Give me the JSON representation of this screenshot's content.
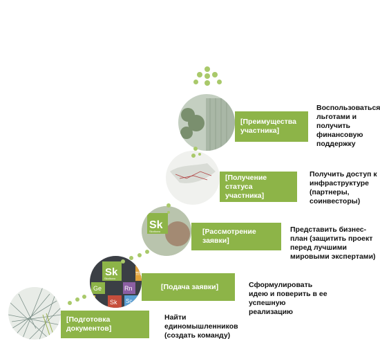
{
  "steps": [
    {
      "label": "[Подготовка\nдокументов]",
      "description": "Найти\nединомышленников\n(создать команду)"
    },
    {
      "label": "[Подача заявки]",
      "description": "Сформулировать\nидею и поверить в ее\nуспешную\nреализацию"
    },
    {
      "label": "[Рассмотрение\nзаявки]",
      "description": "Представить бизнес-\nплан (защитить проект\nперед лучшими\nмировыми экспертами)"
    },
    {
      "label": "[Получение статуса\nучастника]",
      "description": "Получить доступ к\nинфраструктуре\n(партнеры,\nсоинвесторы)"
    },
    {
      "label": "[Преимущества\nучастника]",
      "description": "Воспользоваться\nльготами и получить\nфинансовую\nподдержку"
    }
  ],
  "logo": {
    "tiles": [
      "Sk",
      "Ge",
      "Rn",
      "Sk",
      "Th",
      "Sc"
    ],
    "brand": "Skolkovo"
  },
  "colors": {
    "accent": "#8db448",
    "dot": "#a9c96a"
  }
}
